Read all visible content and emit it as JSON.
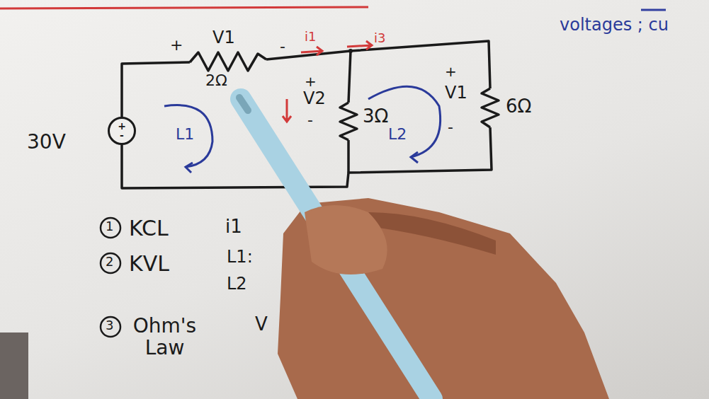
{
  "diagram": {
    "nodes": [
      {
        "text": [
          "+",
          "-"
        ]
      }
    ],
    "labels": [
      "voltages ; cu",
      "+",
      "V1",
      "-",
      "i1",
      "i3",
      "2Ω",
      "+",
      "V2",
      "-",
      "3Ω",
      "+",
      "V1",
      "-",
      "6Ω",
      "L1",
      "L2",
      "30V",
      "1",
      "KCL",
      "i1",
      "2",
      "KVL",
      "L1:",
      "L2",
      "3",
      "Ohm's Law",
      "V"
    ]
  }
}
